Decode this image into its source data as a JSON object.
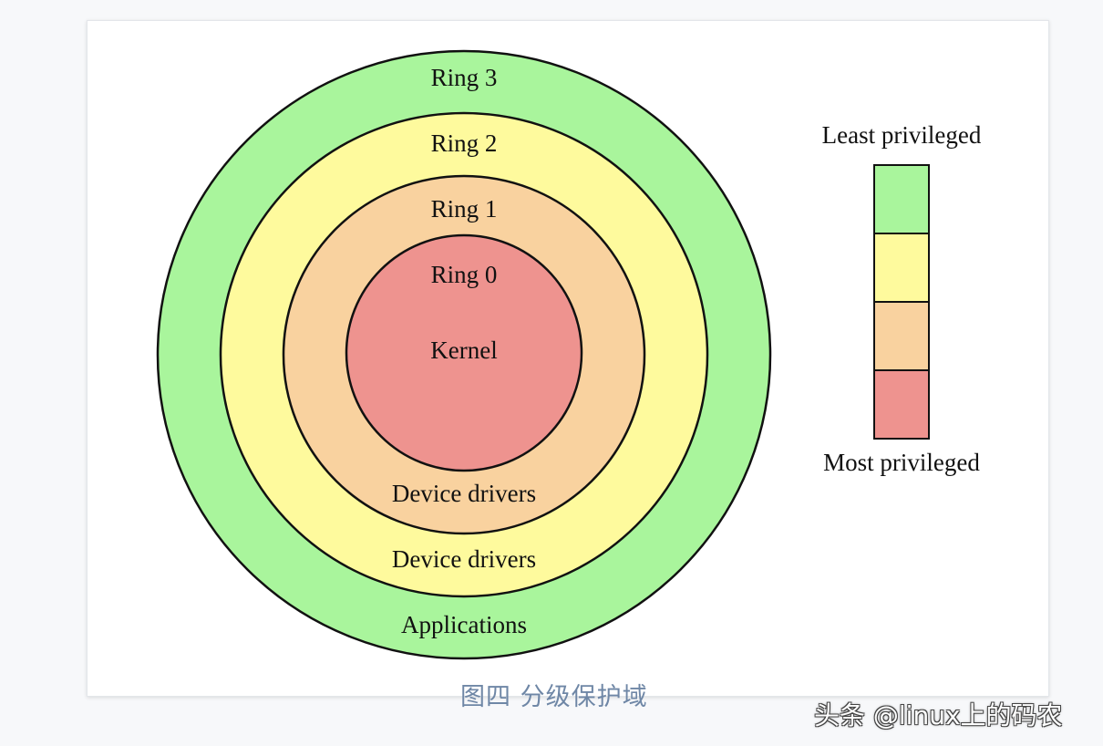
{
  "rings": [
    {
      "name": "Ring 3",
      "sublabel": "Applications",
      "color": "#a9f59c"
    },
    {
      "name": "Ring 2",
      "sublabel": "Device drivers",
      "color": "#fefa9d"
    },
    {
      "name": "Ring 1",
      "sublabel": "Device drivers",
      "color": "#f9d29f"
    },
    {
      "name": "Ring 0",
      "sublabel": "Kernel",
      "color": "#ee938f"
    }
  ],
  "legend": {
    "top_label": "Least privileged",
    "bottom_label": "Most privileged",
    "colors": [
      "#a9f59c",
      "#fefa9d",
      "#f9d29f",
      "#ee938f"
    ]
  },
  "caption": "图四 分级保护域",
  "watermark": "头条 @linux上的码农"
}
